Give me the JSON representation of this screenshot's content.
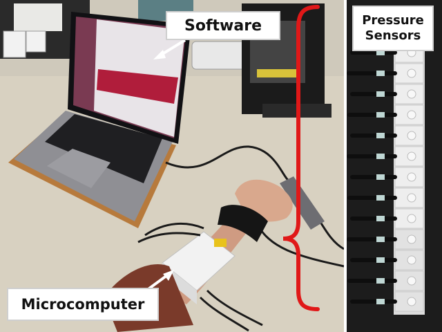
{
  "labels": {
    "software": "Software",
    "microcomputer": "Microcomputer",
    "pressure_sensors_line1": "Pressure",
    "pressure_sensors_line2": "Sensors"
  },
  "colors": {
    "brace": "#e01818",
    "arrow": "#ffffff",
    "desk": "#d9d2c2",
    "panel_bg": "#202020",
    "sensor_block": "#e9e9e9"
  }
}
